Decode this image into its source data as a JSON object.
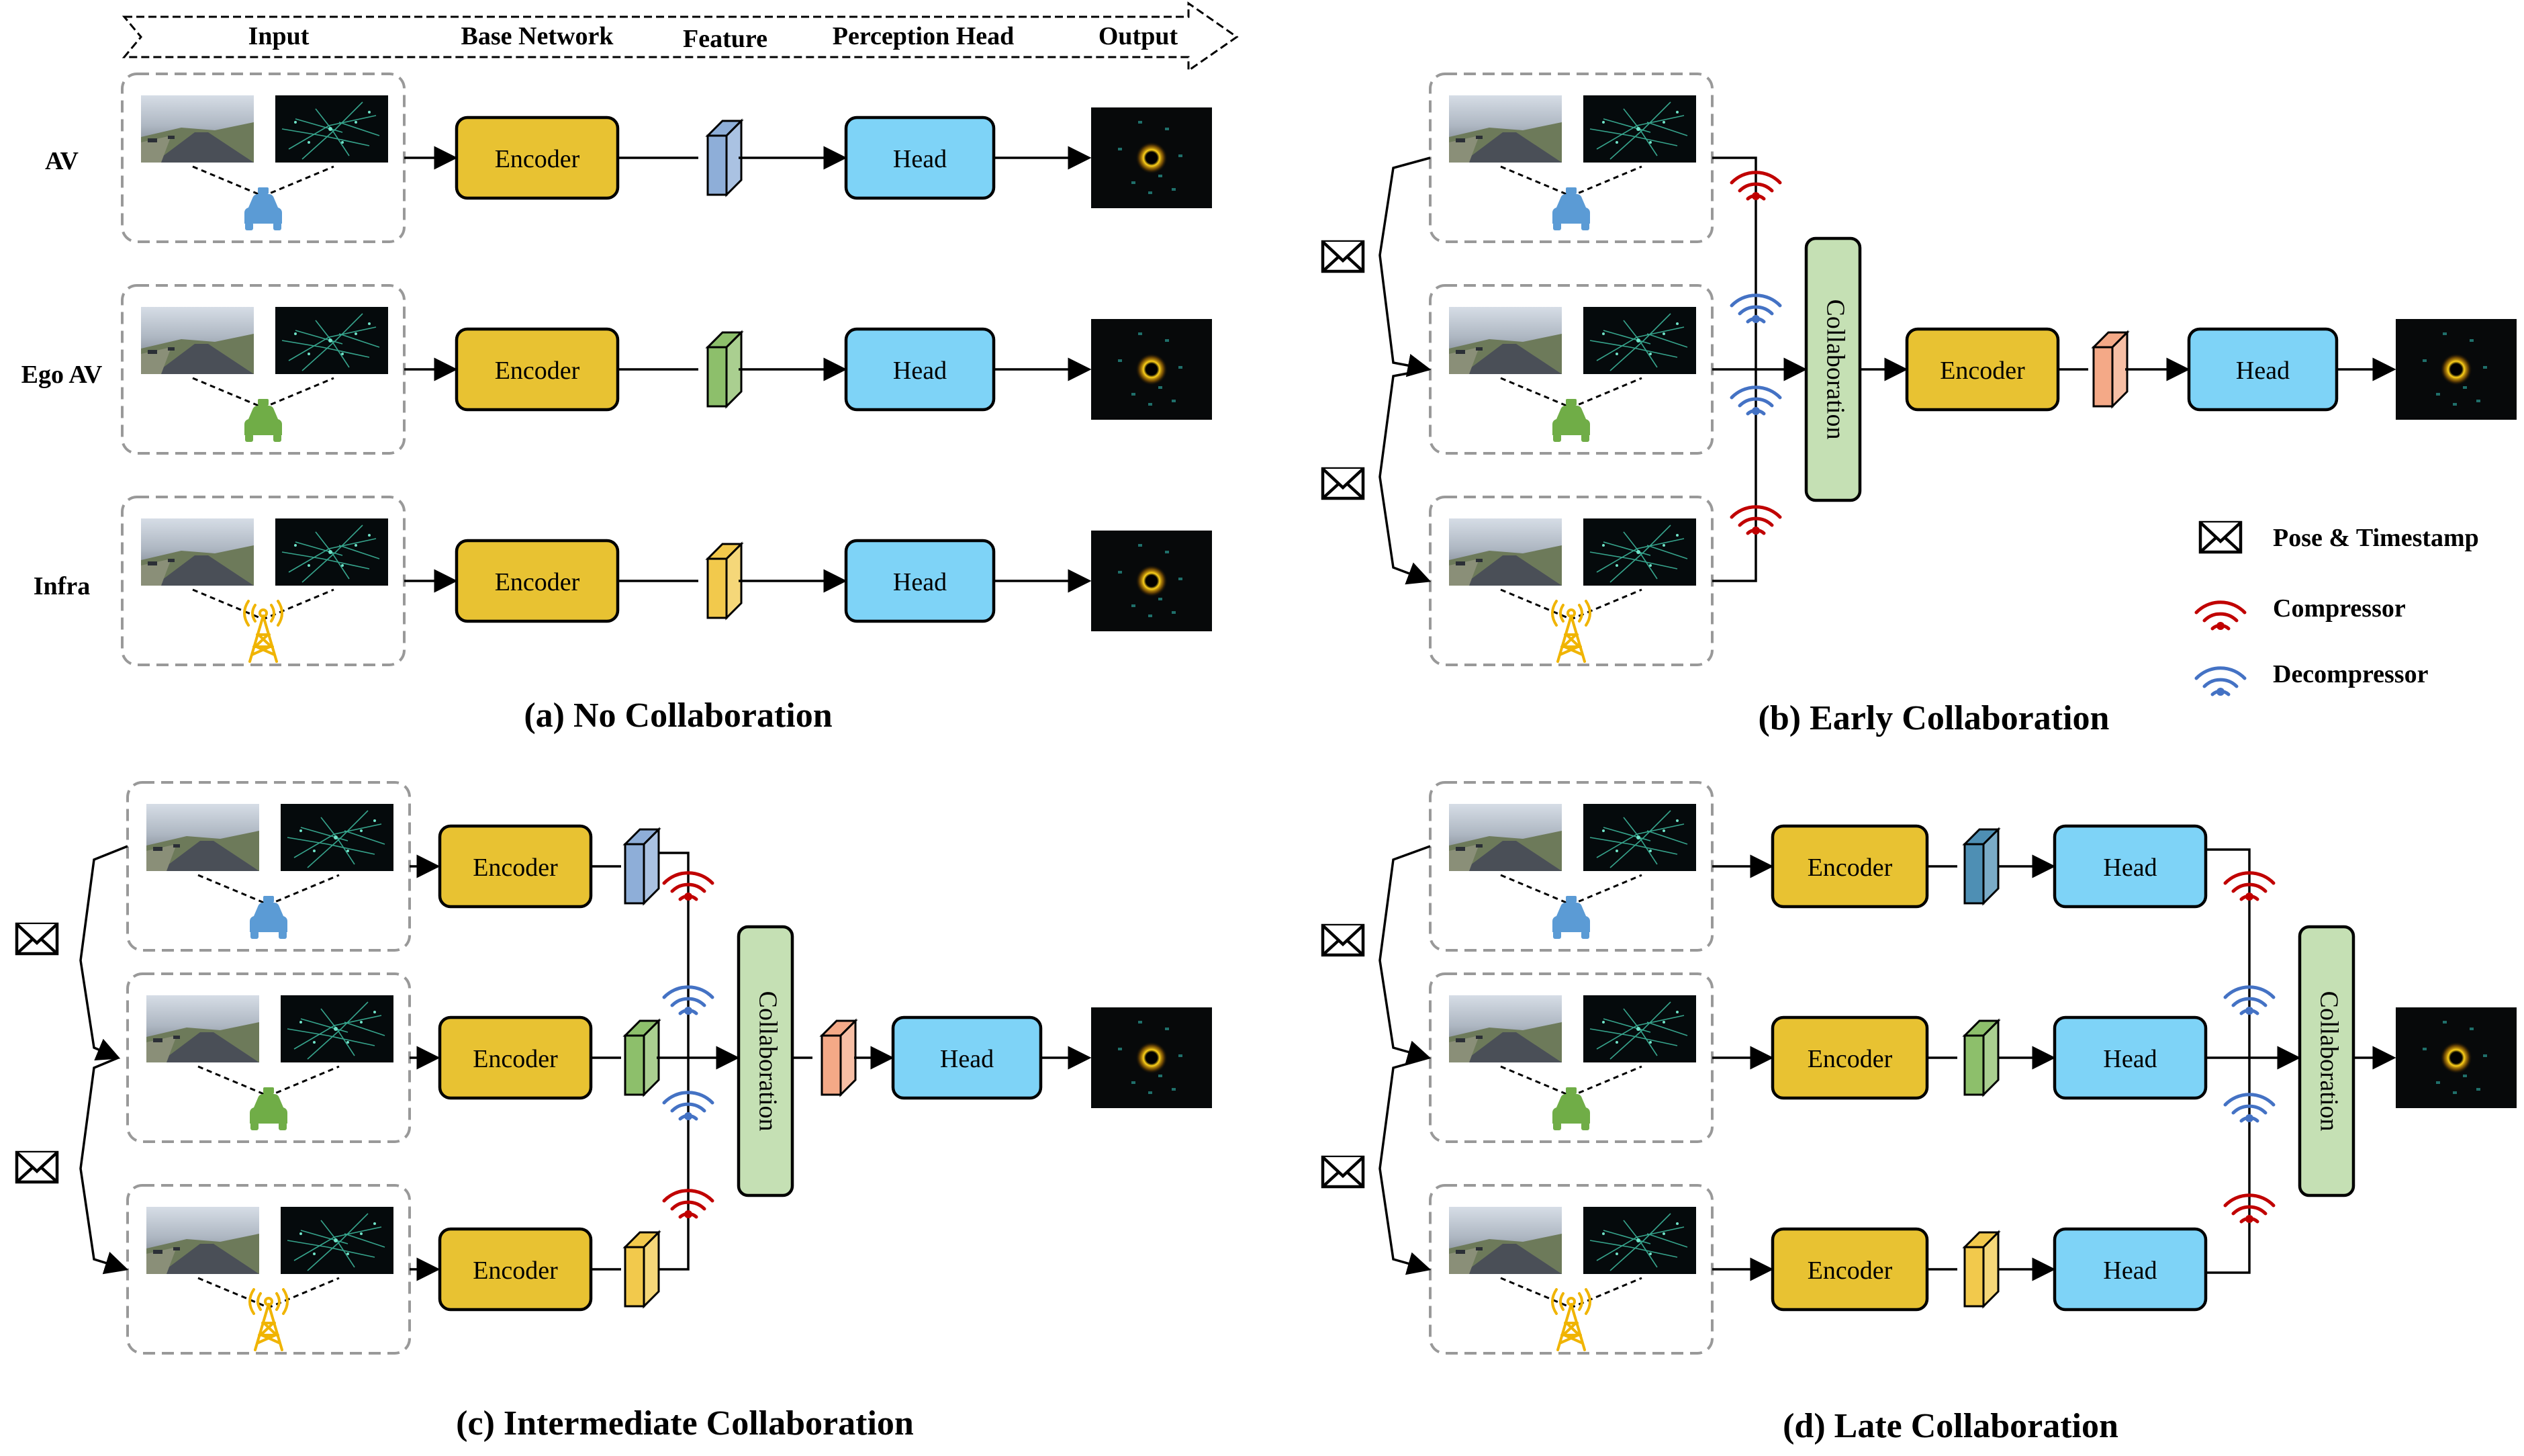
{
  "stages": {
    "input": "Input",
    "base_network": "Base Network",
    "feature": "Feature",
    "perception_head": "Perception Head",
    "output": "Output"
  },
  "rows": {
    "av": "AV",
    "ego_av": "Ego AV",
    "infra": "Infra"
  },
  "blocks": {
    "encoder": "Encoder",
    "head": "Head",
    "collaboration": "Collaboration"
  },
  "panels": {
    "a": "(a) No Collaboration",
    "b": "(b) Early Collaboration",
    "c": "(c) Intermediate Collaboration",
    "d": "(d) Late Collaboration"
  },
  "legend": {
    "pose": "Pose & Timestamp",
    "compressor": "Compressor",
    "decompressor": "Decompressor"
  },
  "colors": {
    "encoder": "#e8c232",
    "head": "#7ed3f7",
    "collaboration": "#c5e0b4",
    "feature_av": "#8eaed8",
    "feature_ego": "#8dbf6b",
    "feature_infra": "#f2c94c",
    "feature_fused": "#f4a987",
    "feature_late_av": "#4e8fb4",
    "compressor": "#c00000",
    "decompressor": "#4472c4",
    "car_av": "#5b9bd5",
    "car_ego": "#70ad47",
    "tower": "#f0b400"
  },
  "icons": [
    "envelope-icon",
    "compressor-icon",
    "decompressor-icon",
    "car-icon",
    "tower-icon",
    "camera-image",
    "lidar-image",
    "output-bev-image"
  ]
}
